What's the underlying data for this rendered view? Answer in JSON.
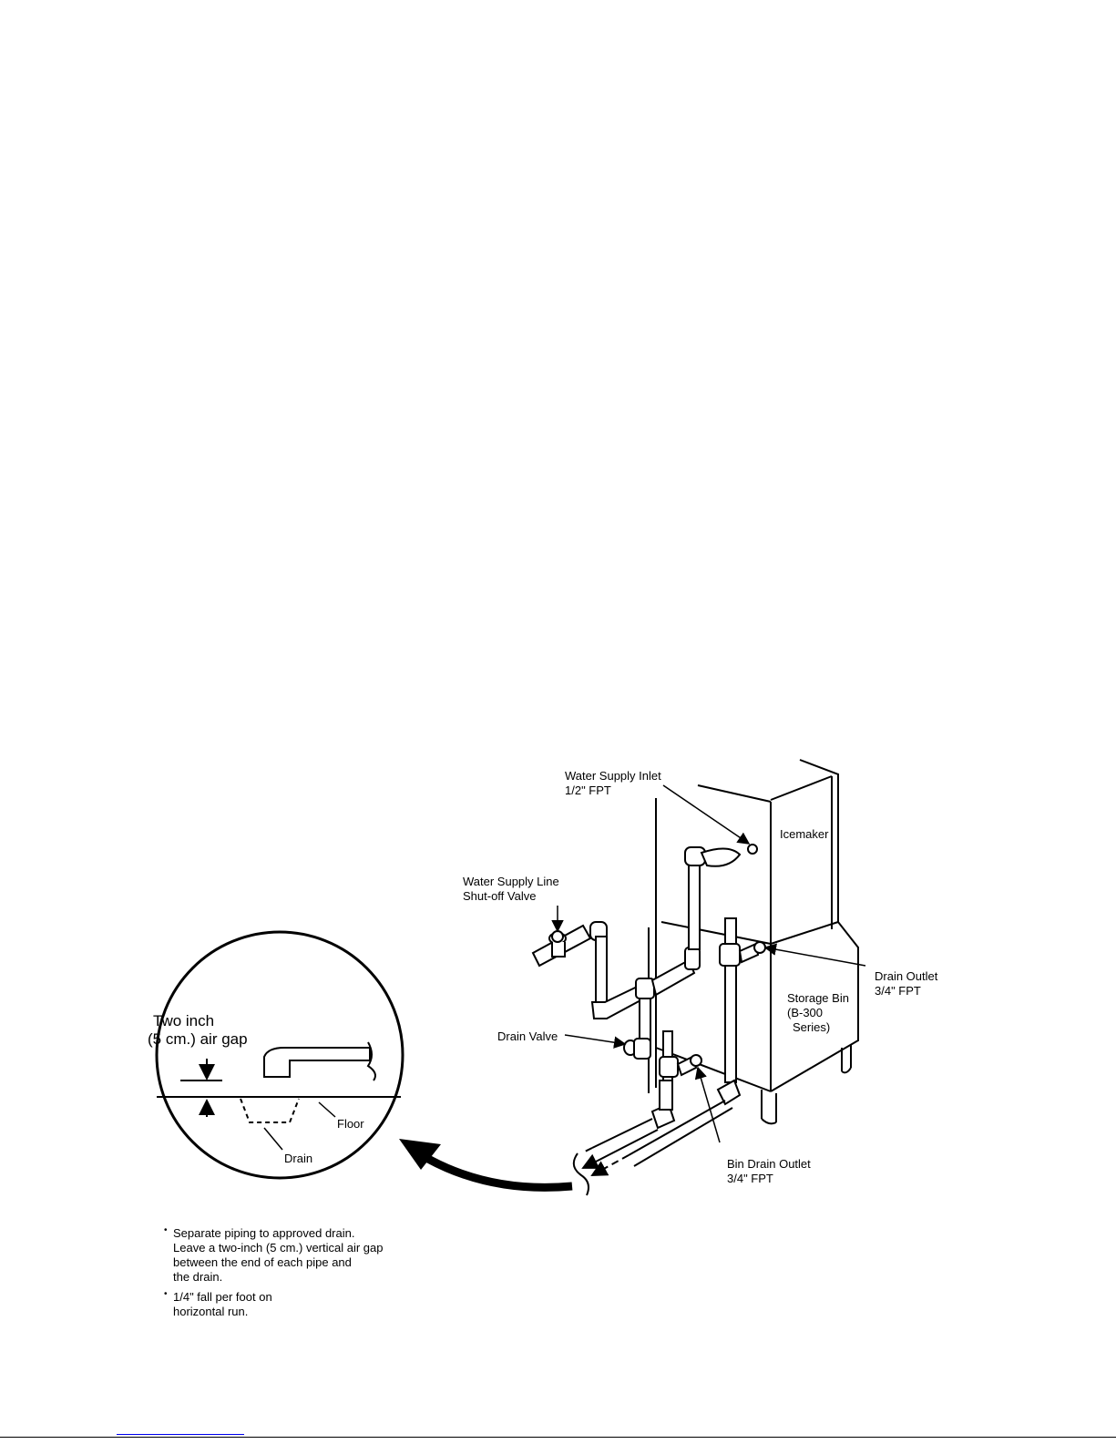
{
  "callouts": {
    "water_supply_inlet": {
      "line1": "Water Supply Inlet",
      "line2": "1/2\" FPT"
    },
    "icemaker": "Icemaker",
    "water_supply_line": {
      "line1": "Water Supply Line",
      "line2": "Shut-off Valve"
    },
    "drain_outlet": {
      "line1": "Drain Outlet",
      "line2": "3/4\" FPT"
    },
    "storage_bin": {
      "line1": "Storage Bin",
      "line2": "(B-300",
      "line3": "Series)"
    },
    "drain_valve": "Drain Valve",
    "bin_drain_outlet": {
      "line1": "Bin Drain Outlet",
      "line2": "3/4\" FPT"
    }
  },
  "detail": {
    "air_gap": {
      "line1": "Two inch",
      "line2": "(5 cm.) air gap"
    },
    "floor": "Floor",
    "drain": "Drain"
  },
  "notes": [
    {
      "lines": [
        "Separate piping to approved drain.",
        "Leave a two-inch (5 cm.) vertical air gap",
        "between the end of each pipe and",
        "the drain."
      ]
    },
    {
      "lines": [
        "1/4\" fall per foot on",
        "horizontal run."
      ]
    }
  ]
}
